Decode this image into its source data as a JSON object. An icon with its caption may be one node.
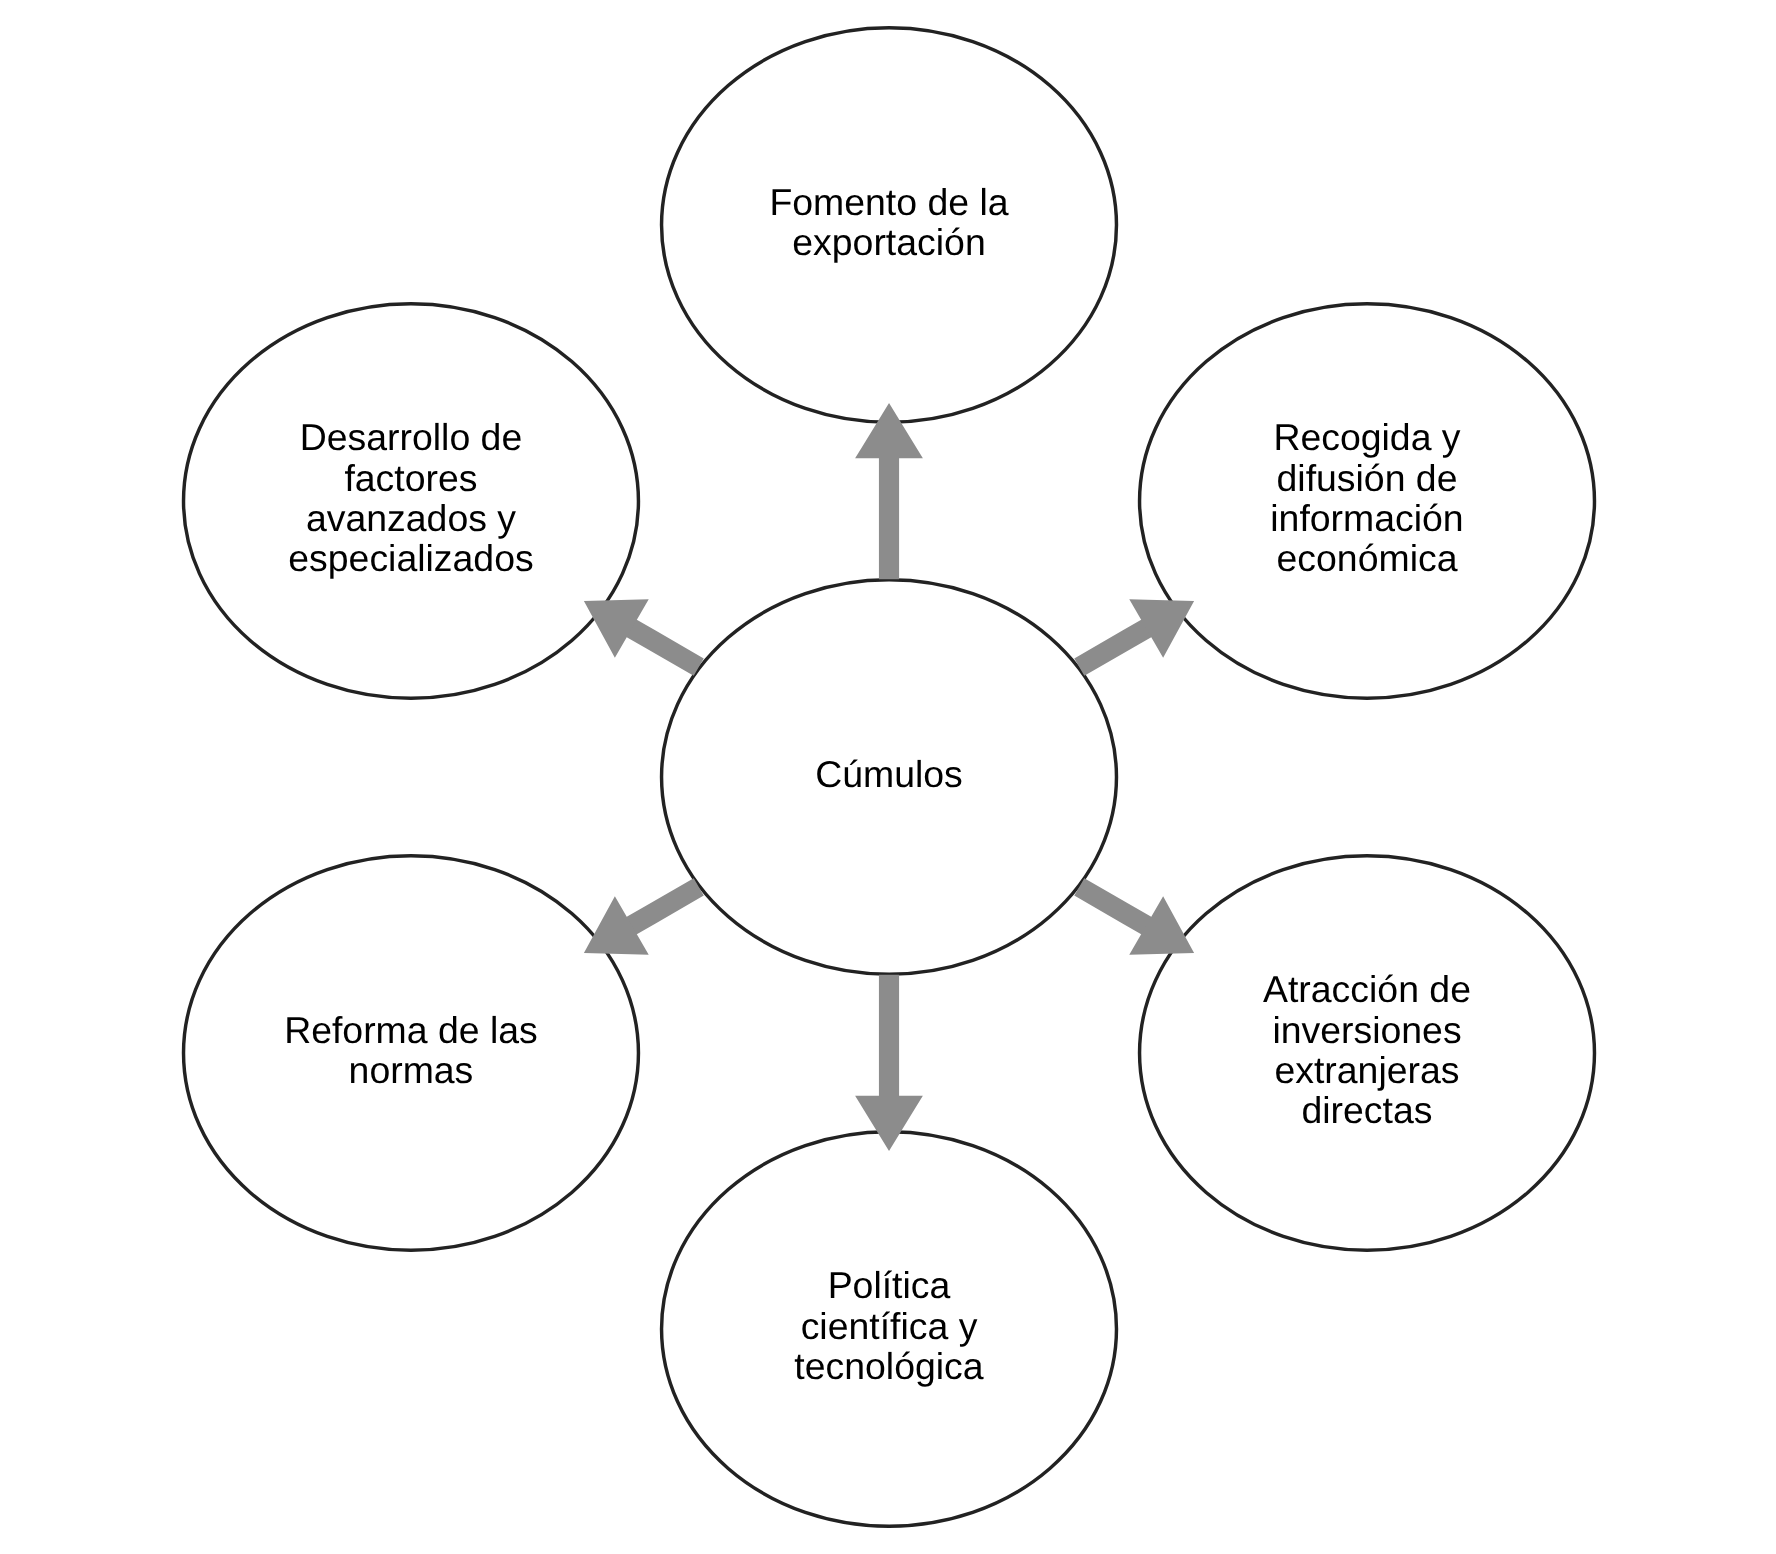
{
  "diagram": {
    "nodes": [
      {
        "text": [
          "Recogida y difusión de información económica"
        ]
      },
      {
        "text": [
          "Fomento de la exportación"
        ]
      },
      {
        "text": [
          "Desarrollo de factores avanzados y especializados"
        ]
      },
      {
        "text": [
          "Cúmulos"
        ]
      },
      {
        "text": [
          "Reforma de las normas"
        ]
      },
      {
        "text": [
          "Política científica y tecnológica"
        ]
      },
      {
        "text": [
          "Atracción de inversiones extranjeras directas"
        ]
      }
    ],
    "edges": [
      {
        "from": 3,
        "to": 0,
        "arrow": "to"
      },
      {
        "from": 3,
        "to": 1,
        "arrow": "to"
      },
      {
        "from": 3,
        "to": 2,
        "arrow": "to"
      },
      {
        "from": 3,
        "to": 4,
        "arrow": "to"
      },
      {
        "from": 3,
        "to": 5,
        "arrow": "to"
      },
      {
        "from": 3,
        "to": 6,
        "arrow": "to"
      }
    ]
  }
}
